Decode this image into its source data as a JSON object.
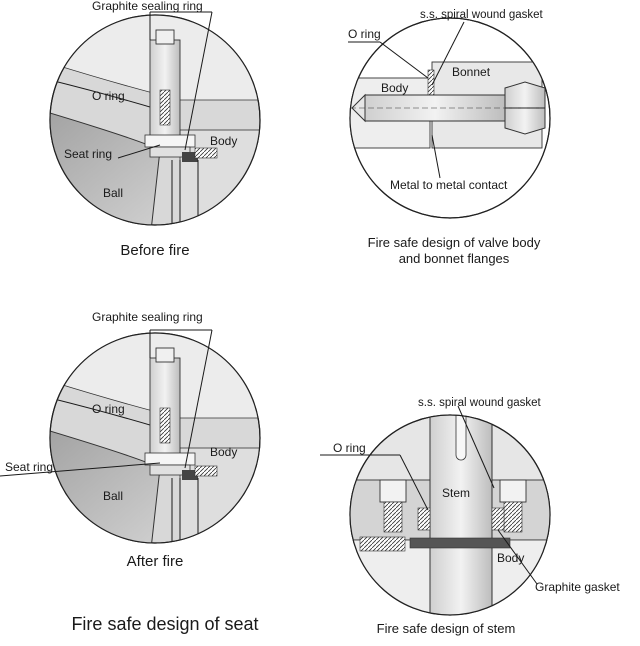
{
  "panels": {
    "seat_before": {
      "leader_label": "Graphite sealing ring",
      "o_ring": "O ring",
      "seat_ring": "Seat ring",
      "body": "Body",
      "ball": "Ball",
      "caption": "Before fire"
    },
    "seat_after": {
      "leader_label": "Graphite sealing ring",
      "o_ring": "O ring",
      "seat_ring": "Seat ring",
      "body": "Body",
      "ball": "Ball",
      "caption": "After fire"
    },
    "flanges": {
      "gasket": "s.s. spiral wound gasket",
      "o_ring": "O ring",
      "bonnet": "Bonnet",
      "body": "Body",
      "metal_contact": "Metal to metal contact",
      "caption_line1": "Fire safe design of valve body",
      "caption_line2": "and bonnet flanges"
    },
    "stem": {
      "gasket": "s.s. spiral wound gasket",
      "o_ring": "O ring",
      "stem": "Stem",
      "body": "Body",
      "graphite_gasket": "Graphite gasket",
      "caption": "Fire safe design of stem"
    }
  },
  "captions": {
    "seat_title": "Fire safe design of seat"
  }
}
